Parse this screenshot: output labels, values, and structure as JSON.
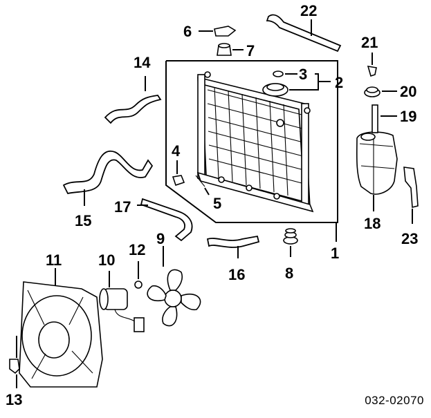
{
  "callouts": {
    "c1": "1",
    "c2": "2",
    "c3": "3",
    "c4": "4",
    "c5": "5",
    "c6": "6",
    "c7": "7",
    "c8": "8",
    "c9": "9",
    "c10": "10",
    "c11": "11",
    "c12": "12",
    "c13": "13",
    "c14": "14",
    "c15": "15",
    "c16": "16",
    "c17": "17",
    "c18": "18",
    "c19": "19",
    "c20": "20",
    "c21": "21",
    "c22": "22",
    "c23": "23"
  },
  "reference_code": "032-02070"
}
